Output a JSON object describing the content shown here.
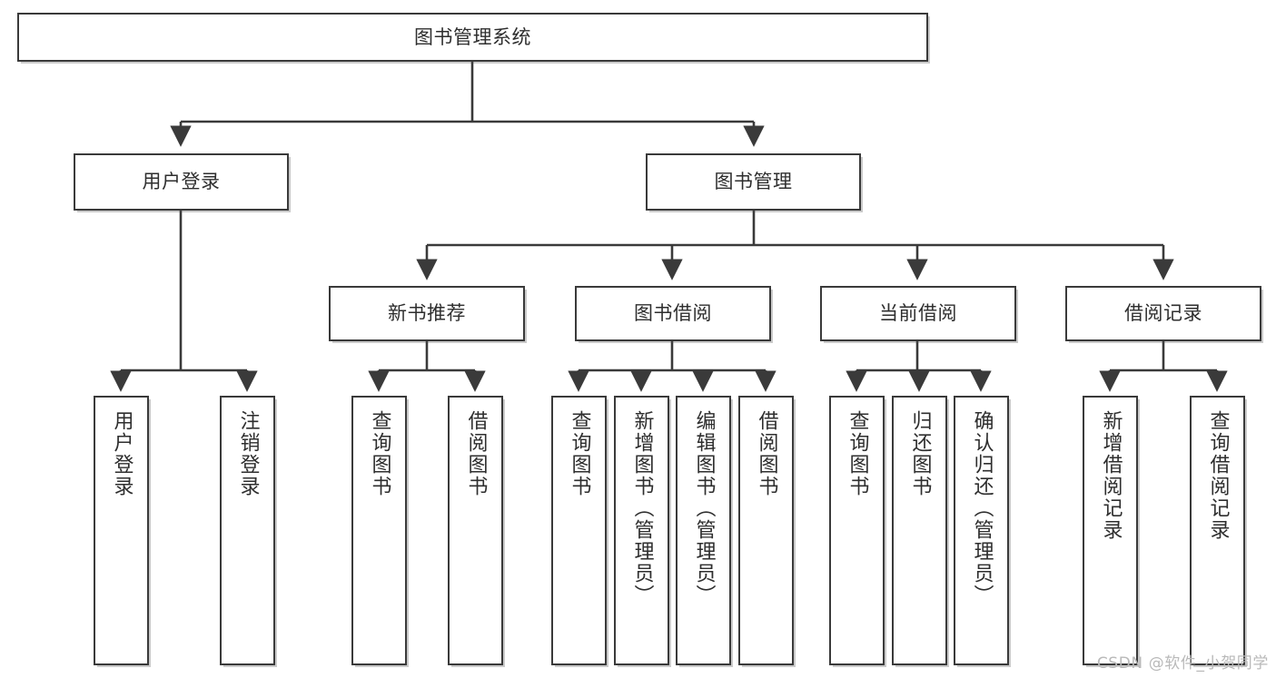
{
  "diagram": {
    "title": "图书管理系统",
    "watermark": "CSDN @软件_小贺同学",
    "line_color": "#3a3a3a",
    "box_fill": "#ffffff",
    "text_color": "#2e2e2e",
    "type": "tree-hierarchy",
    "levels": 4
  },
  "nodes": {
    "root": {
      "label": "图书管理系统"
    },
    "level2": [
      {
        "id": "user-login",
        "label": "用户登录"
      },
      {
        "id": "book-management",
        "label": "图书管理"
      }
    ],
    "level3": [
      {
        "id": "new-book-recommend",
        "label": "新书推荐"
      },
      {
        "id": "book-borrow",
        "label": "图书借阅"
      },
      {
        "id": "current-borrow",
        "label": "当前借阅"
      },
      {
        "id": "borrow-record",
        "label": "借阅记录"
      }
    ],
    "leaves": {
      "user_login": [
        {
          "id": "leaf-user-login",
          "label": "用户登录"
        },
        {
          "id": "leaf-logout-login",
          "label": "注销登录"
        }
      ],
      "new_book_recommend": [
        {
          "id": "leaf-query-book-1",
          "label": "查询图书"
        },
        {
          "id": "leaf-borrow-book-1",
          "label": "借阅图书"
        }
      ],
      "book_borrow": [
        {
          "id": "leaf-query-book-2",
          "label": "查询图书"
        },
        {
          "id": "leaf-add-book",
          "label": "新增图书（管理员）"
        },
        {
          "id": "leaf-edit-book",
          "label": "编辑图书（管理员）"
        },
        {
          "id": "leaf-borrow-book-2",
          "label": "借阅图书"
        }
      ],
      "current_borrow": [
        {
          "id": "leaf-query-book-3",
          "label": "查询图书"
        },
        {
          "id": "leaf-return-book",
          "label": "归还图书"
        },
        {
          "id": "leaf-confirm-return",
          "label": "确认归还（管理员）"
        }
      ],
      "borrow_record": [
        {
          "id": "leaf-add-record",
          "label": "新增借阅记录"
        },
        {
          "id": "leaf-query-record",
          "label": "查询借阅记录"
        }
      ]
    }
  }
}
